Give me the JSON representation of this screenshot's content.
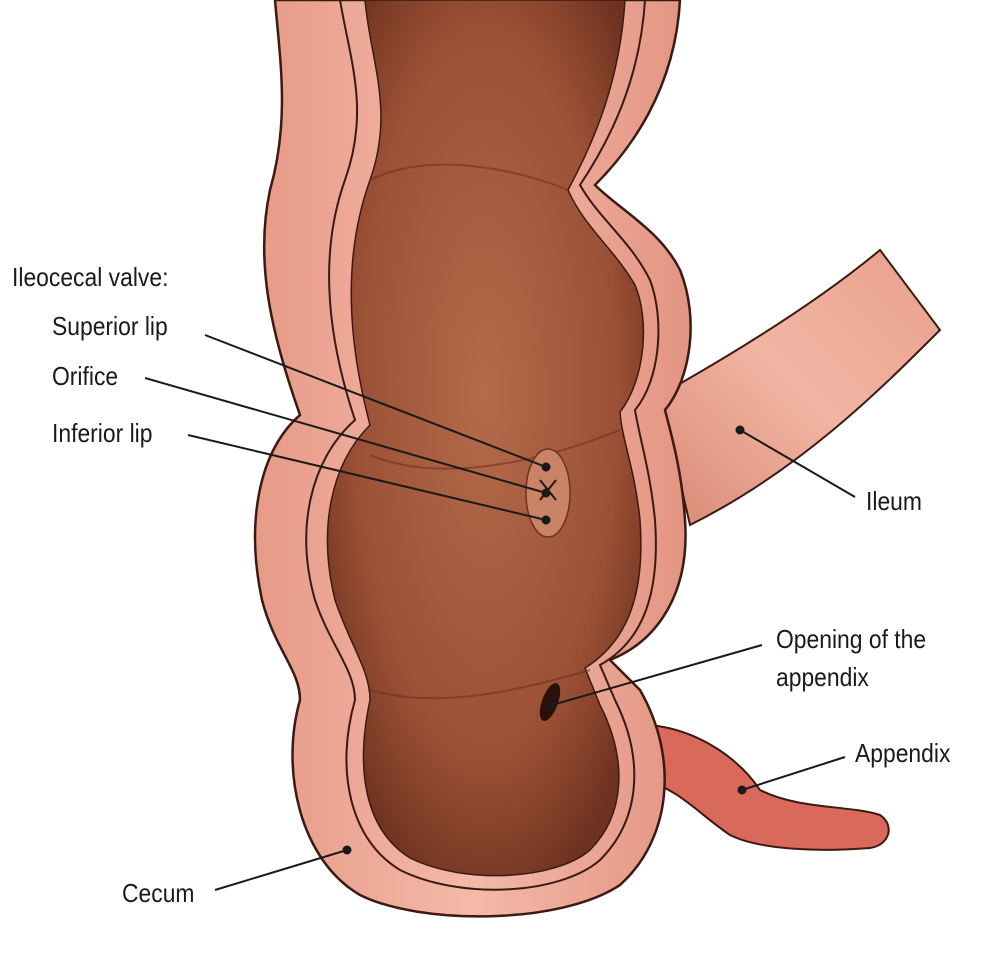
{
  "colors": {
    "wall": "#eba392",
    "wall_edge": "#3a1a12",
    "lumen": "#a65a3c",
    "lumen_dark": "#7d3b23",
    "appendix": "#d9695a"
  },
  "labels": {
    "ileocecal_valve": "Ileocecal valve:",
    "superior_lip": "Superior lip",
    "orifice": "Orifice",
    "inferior_lip": "Inferior lip",
    "ileum": "Ileum",
    "opening_line1": "Opening of the",
    "opening_line2": "appendix",
    "appendix": "Appendix",
    "cecum": "Cecum"
  }
}
